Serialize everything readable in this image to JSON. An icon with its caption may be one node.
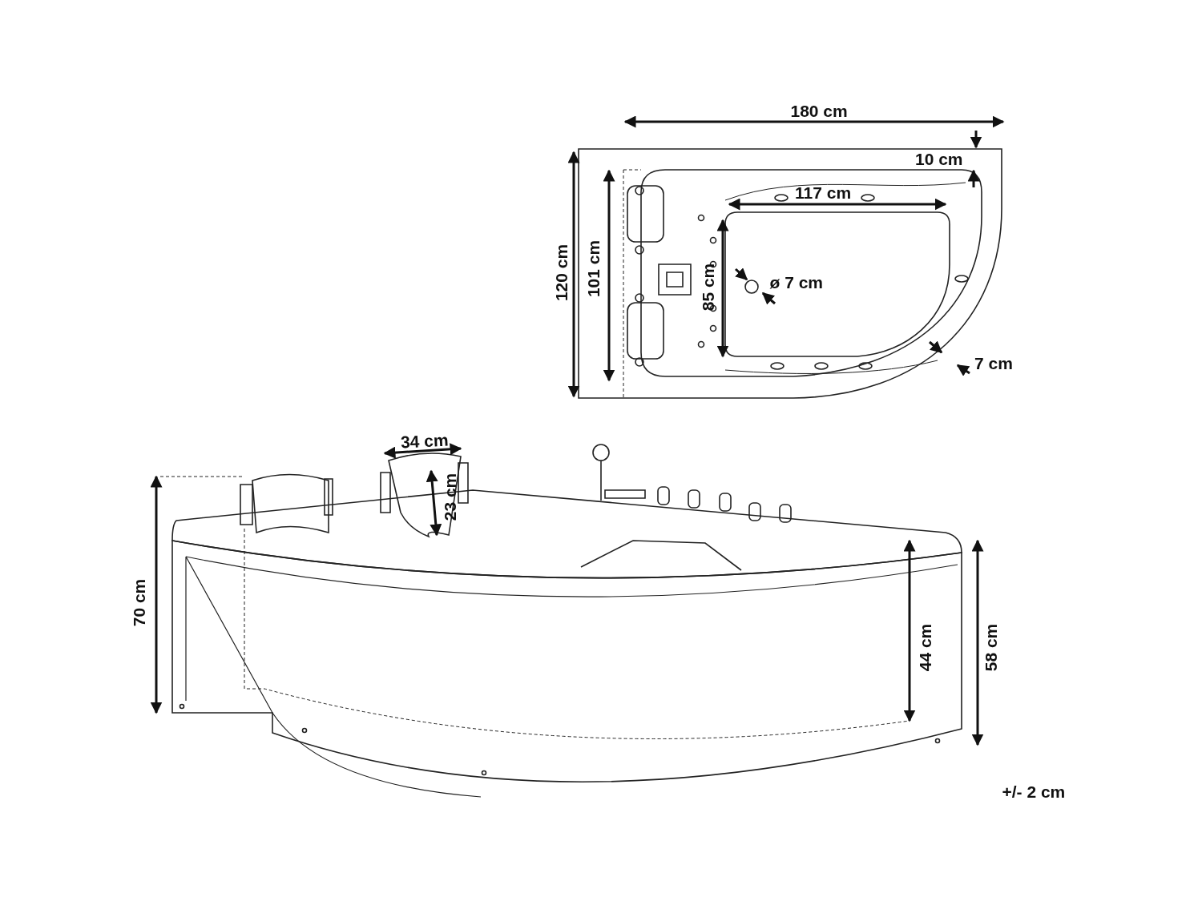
{
  "diagram": {
    "labels": [
      "180 cm",
      "10 cm",
      "117 cm",
      "120 cm",
      "101 cm",
      "85 cm",
      "ø 7 cm",
      "7 cm",
      "34 cm",
      "23 cm",
      "70 cm",
      "44 cm",
      "58 cm",
      "+/- 2 cm"
    ]
  }
}
